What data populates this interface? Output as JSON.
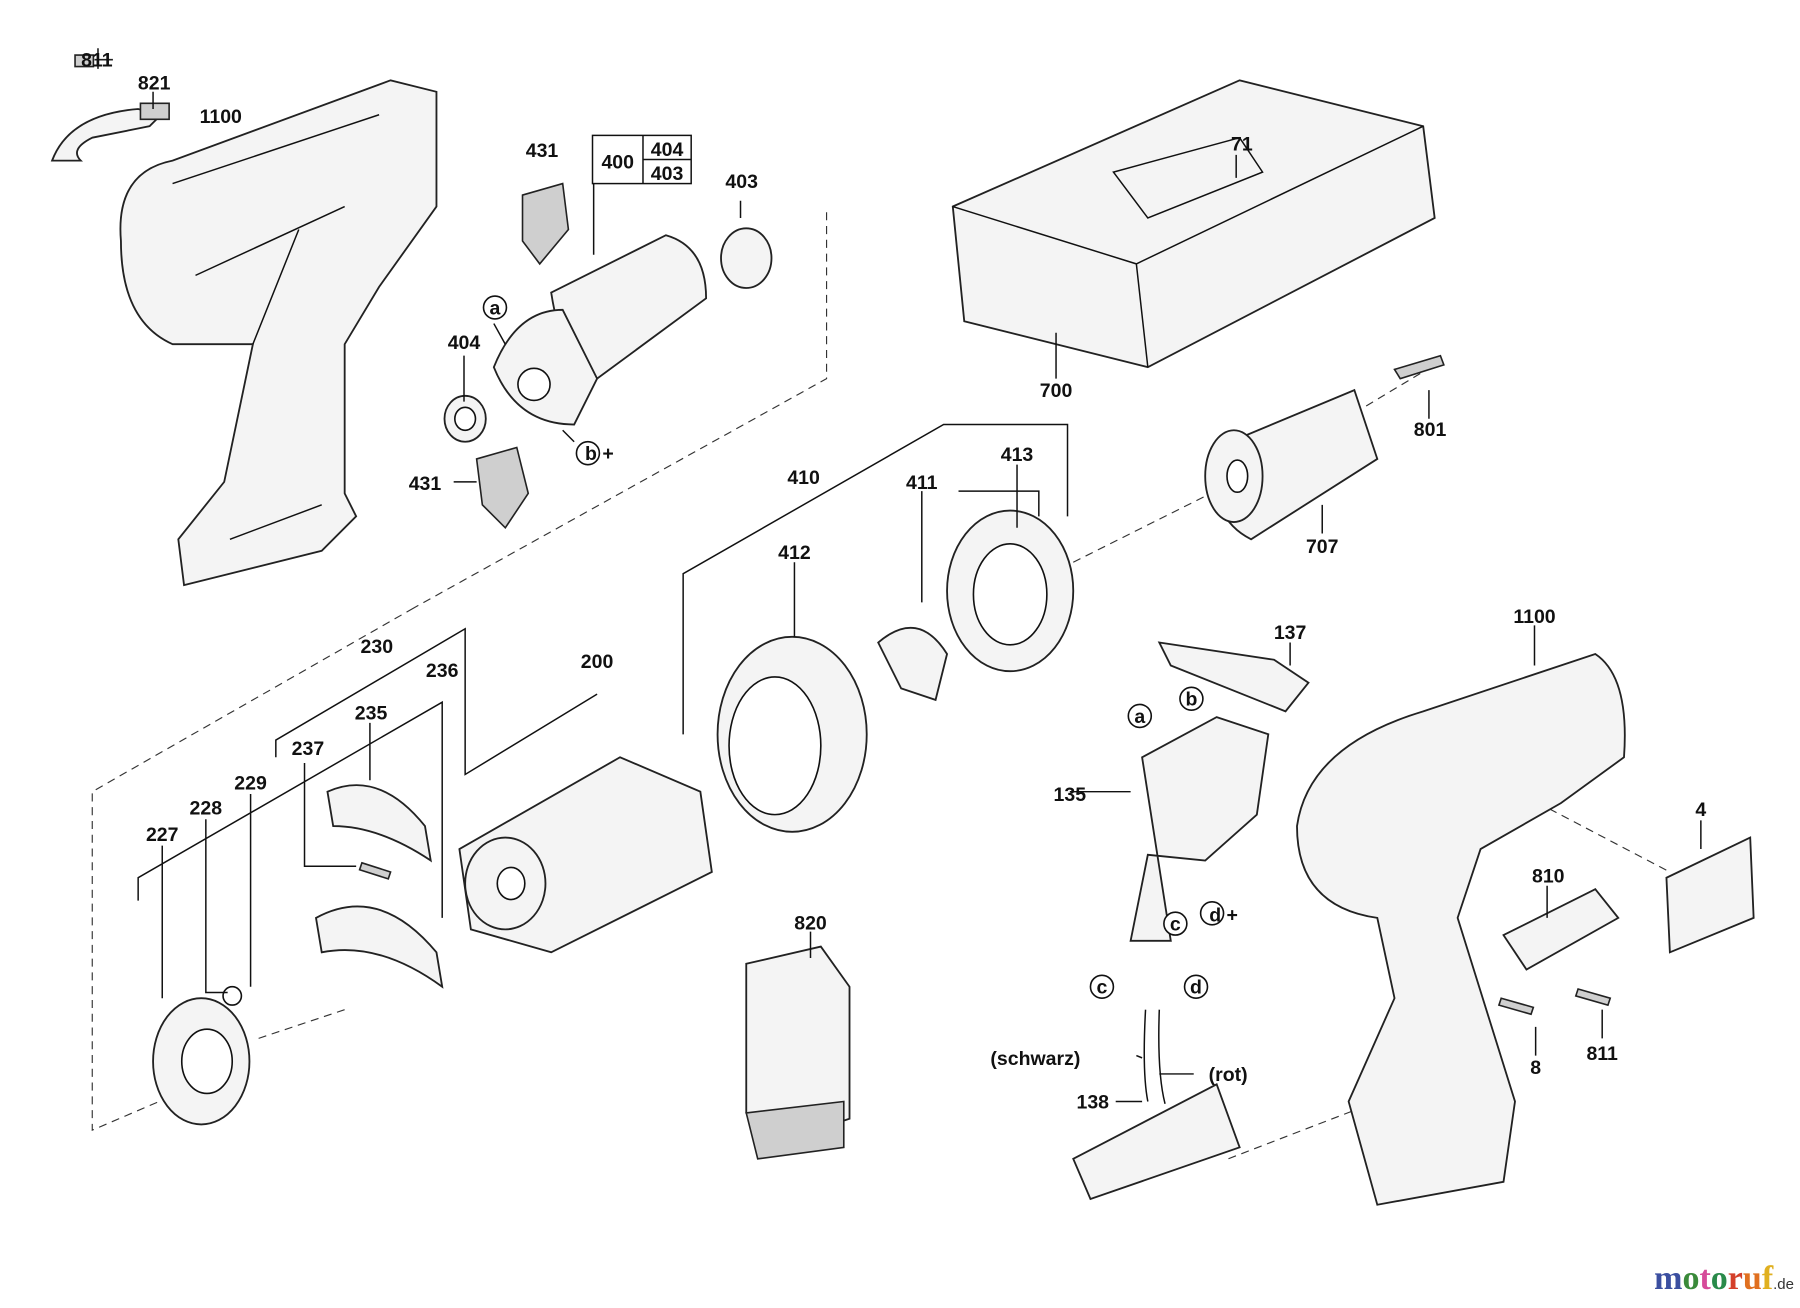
{
  "labels": [
    "811",
    "821",
    "1100",
    "431",
    "400",
    "404",
    "403",
    "403",
    "71",
    "404",
    "a",
    "b +",
    "431",
    "700",
    "801",
    "410",
    "411",
    "413",
    "707",
    "412",
    "137",
    "1100",
    "230",
    "200",
    "236",
    "235",
    "a",
    "b",
    "237",
    "135",
    "229",
    "228",
    "227",
    "4",
    "810",
    "c",
    "d +",
    "820",
    "c",
    "d",
    "(schwarz)",
    "(rot)",
    "138",
    "8",
    "811"
  ],
  "logo": {
    "text": "motoruf",
    "suffix": ".de",
    "letter_colors": [
      "#3b4fa0",
      "#3a8a3a",
      "#d64a9a",
      "#2a8a4a",
      "#d4402a",
      "#e07020",
      "#e0b020"
    ]
  }
}
